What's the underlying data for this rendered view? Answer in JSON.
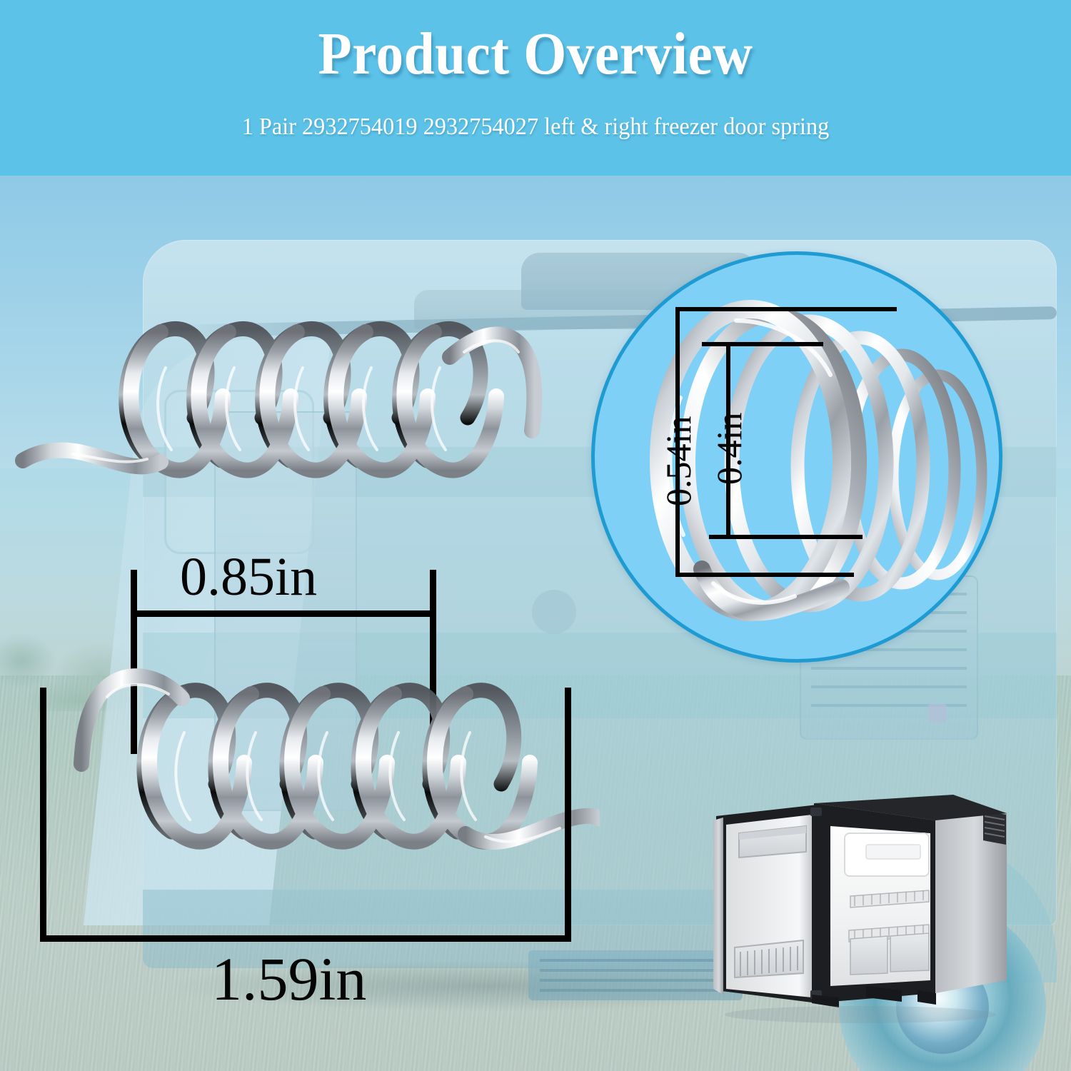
{
  "header": {
    "title": "Product Overview",
    "subtitle": "1 Pair 2932754019 2932754027 left & right freezer door spring",
    "bg_color": "#5cc2e8",
    "text_color": "#ffffff"
  },
  "dimensions": {
    "coil_width": "0.85in",
    "overall_length": "1.59in",
    "outer_diameter": "0.54in",
    "inner_diameter": "0.4in"
  },
  "inset": {
    "label": "magnified-coil-detail",
    "fill_color": "#7ed0f6",
    "border_color": "#1f9bd4"
  },
  "products": {
    "spring_top": "left-freezer-door-spring",
    "spring_bottom": "right-freezer-door-spring",
    "appliance": "rv-compact-refrigerator"
  },
  "background": {
    "scene": "rv-travel-trailer",
    "ground_color": "#bccbc4",
    "sky_color": "#8ec9e6"
  }
}
